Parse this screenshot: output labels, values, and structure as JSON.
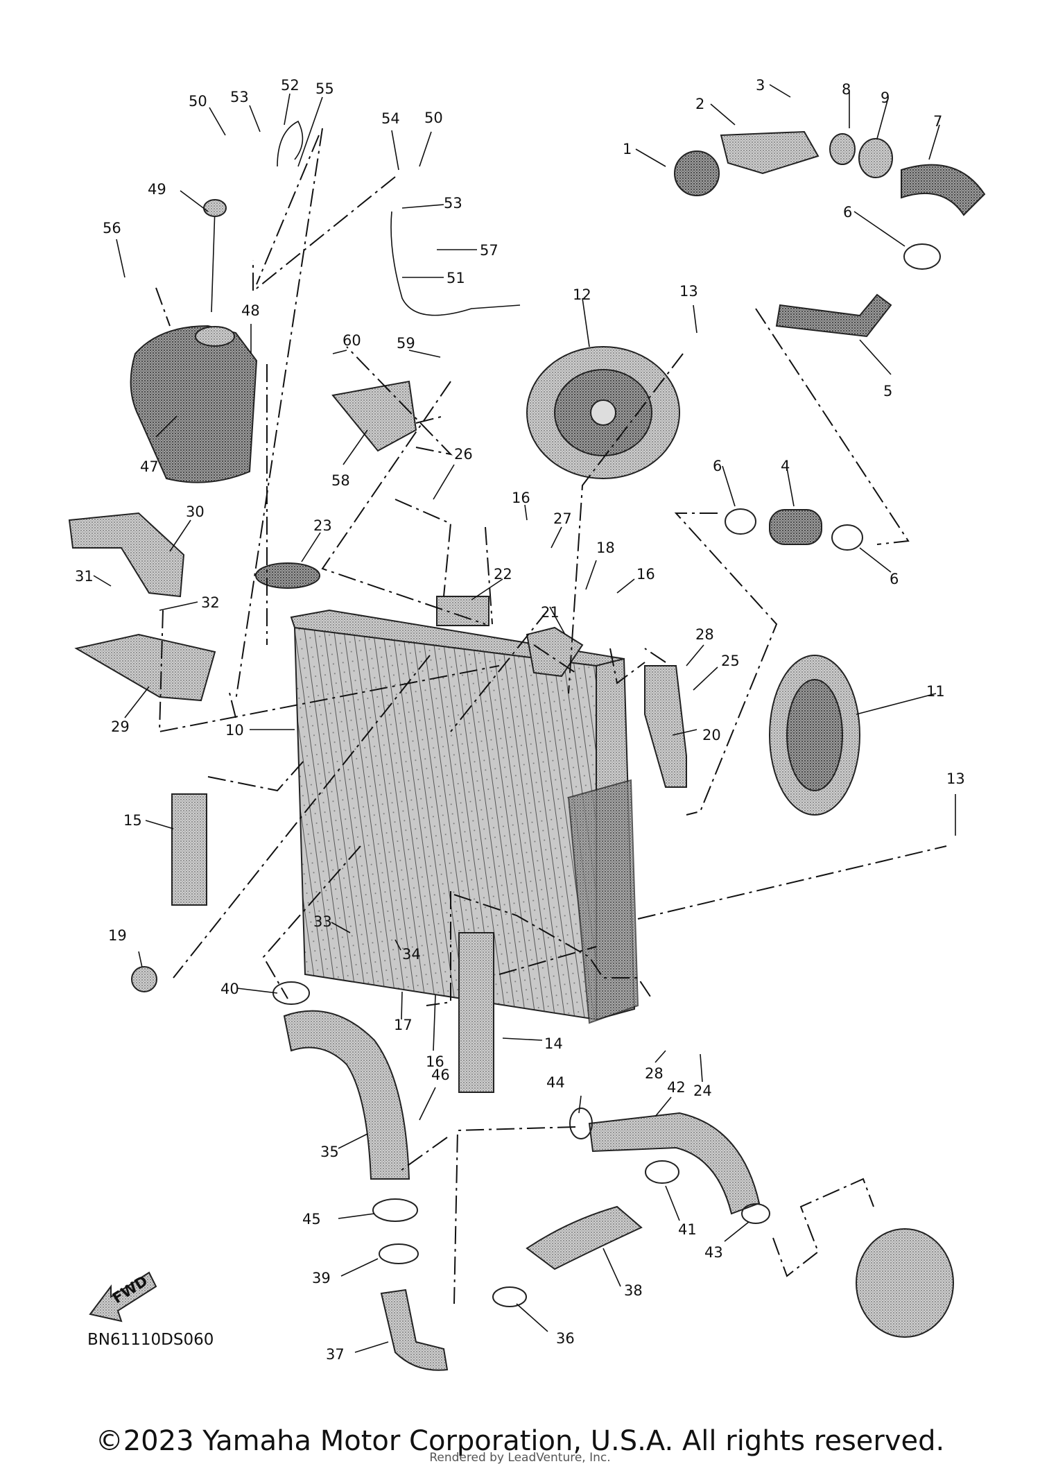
{
  "diagram": {
    "callouts": [
      "1",
      "2",
      "3",
      "4",
      "5",
      "6",
      "6",
      "6",
      "6",
      "7",
      "8",
      "9",
      "10",
      "11",
      "12",
      "13",
      "13",
      "14",
      "15",
      "16",
      "16",
      "16",
      "17",
      "18",
      "19",
      "20",
      "21",
      "22",
      "23",
      "24",
      "25",
      "26",
      "27",
      "28",
      "28",
      "29",
      "30",
      "31",
      "32",
      "33",
      "34",
      "35",
      "36",
      "37",
      "38",
      "39",
      "40",
      "41",
      "42",
      "43",
      "44",
      "45",
      "46",
      "47",
      "48",
      "49",
      "50",
      "50",
      "51",
      "52",
      "53",
      "53",
      "54",
      "55",
      "56",
      "57",
      "58",
      "59",
      "60"
    ],
    "fwd_label": "FWD",
    "diagram_code": "BN61110DS060"
  },
  "footer": {
    "copyright": "©2023 Yamaha Motor Corporation, U.S.A. All rights reserved.",
    "rendered_by": "Rendered by LeadVenture, Inc."
  }
}
